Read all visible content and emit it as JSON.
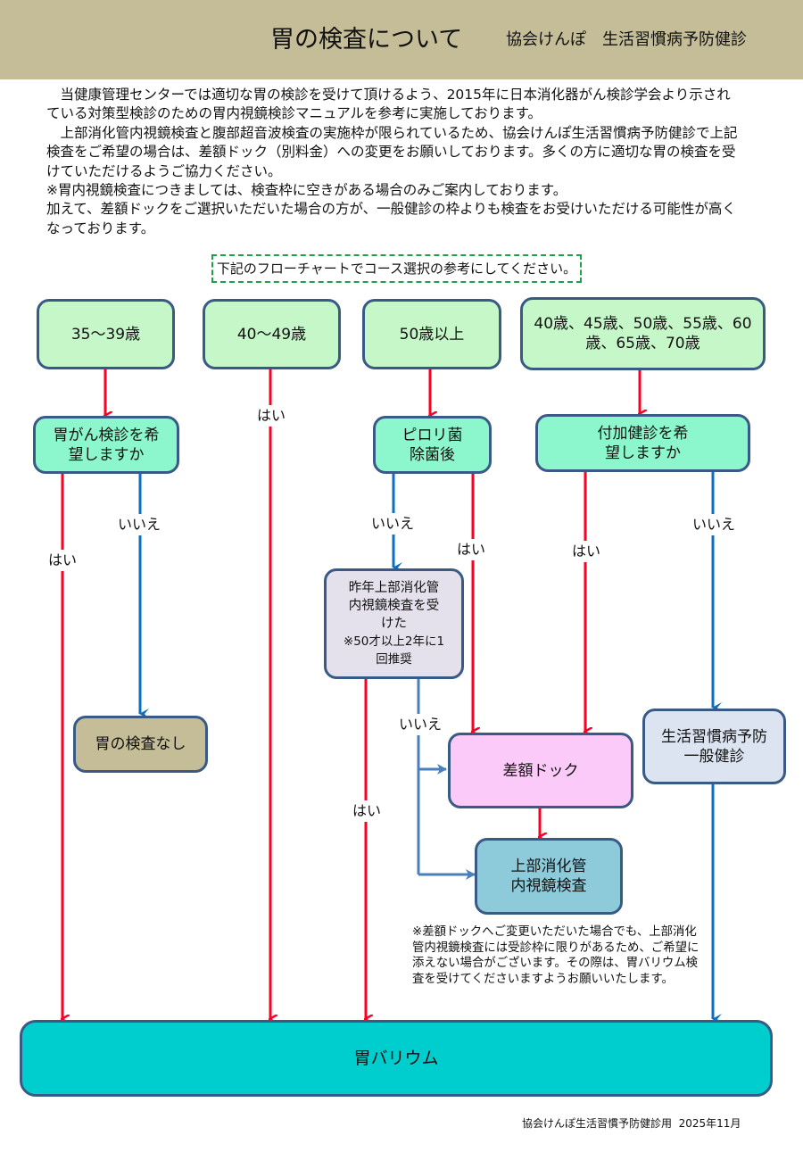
{
  "header": {
    "title": "胃の検査について",
    "subtitle": "協会けんぽ　生活習慣病予防健診"
  },
  "intro": {
    "paragraphs": [
      "　当健康管理センターでは適切な胃の検診を受けて頂けるよう、2015年に日本消化器がん検診学会より示されている対策型検診のための胃内視鏡検診マニュアルを参考に実施しております。",
      "　上部消化管内視鏡検査と腹部超音波検査の実施枠が限られているため、協会けんぽ生活習慣病予防健診で上記検査をご希望の場合は、差額ドック（別料金）への変更をお願いしております。多くの方に適切な胃の検査を受けていただけるようご協力ください。",
      "※胃内視鏡検査につきましては、検査枠に空きがある場合のみご案内しております。",
      "加えて、差額ドックをご選択いただいた場合の方が、一般健診の枠よりも検査をお受けいただける可能性が高くなっております。"
    ]
  },
  "guide_text": "下記のフローチャートでコース選択の参考にしてください。",
  "flow": {
    "age_35_39": "35～39歳",
    "age_40_49": "40～49歳",
    "age_50_plus": "50歳以上",
    "age_milestones": "40歳、45歳、50歳、55歳、60歳、65歳、70歳",
    "q_gastric_cancer": "胃がん検診を希望しますか",
    "q_pylori": "ピロリ菌除菌後",
    "q_additional": "付加健診を希望しますか",
    "q_last_year": "昨年上部消化管内視鏡検査を受けた",
    "q_last_year_note": "※50才以上2年に1回推奨",
    "r_no_exam": "胃の検査なし",
    "r_dock": "差額ドック",
    "r_endoscopy": "上部消化管内視鏡検査",
    "r_general": "生活習慣病予防一般健診",
    "r_barium": "胃バリウム",
    "yes": "はい",
    "no": "いいえ"
  },
  "colors": {
    "yes_arrow": "#ff0022",
    "no_arrow": "#0b6fc2",
    "no_arrow_light": "#4a7fbd",
    "border": "#3a5a86",
    "header_bg": "#c4bd97"
  },
  "note": "※差額ドックへご変更いただいた場合でも、上部消化管内視鏡検査には受診枠に限りがあるため、ご希望に添えない場合がございます。その際は、胃バリウム検査を受けてくださいますようお願いいたします。",
  "footer": "協会けんぽ生活習慣予防健診用  2025年11月"
}
